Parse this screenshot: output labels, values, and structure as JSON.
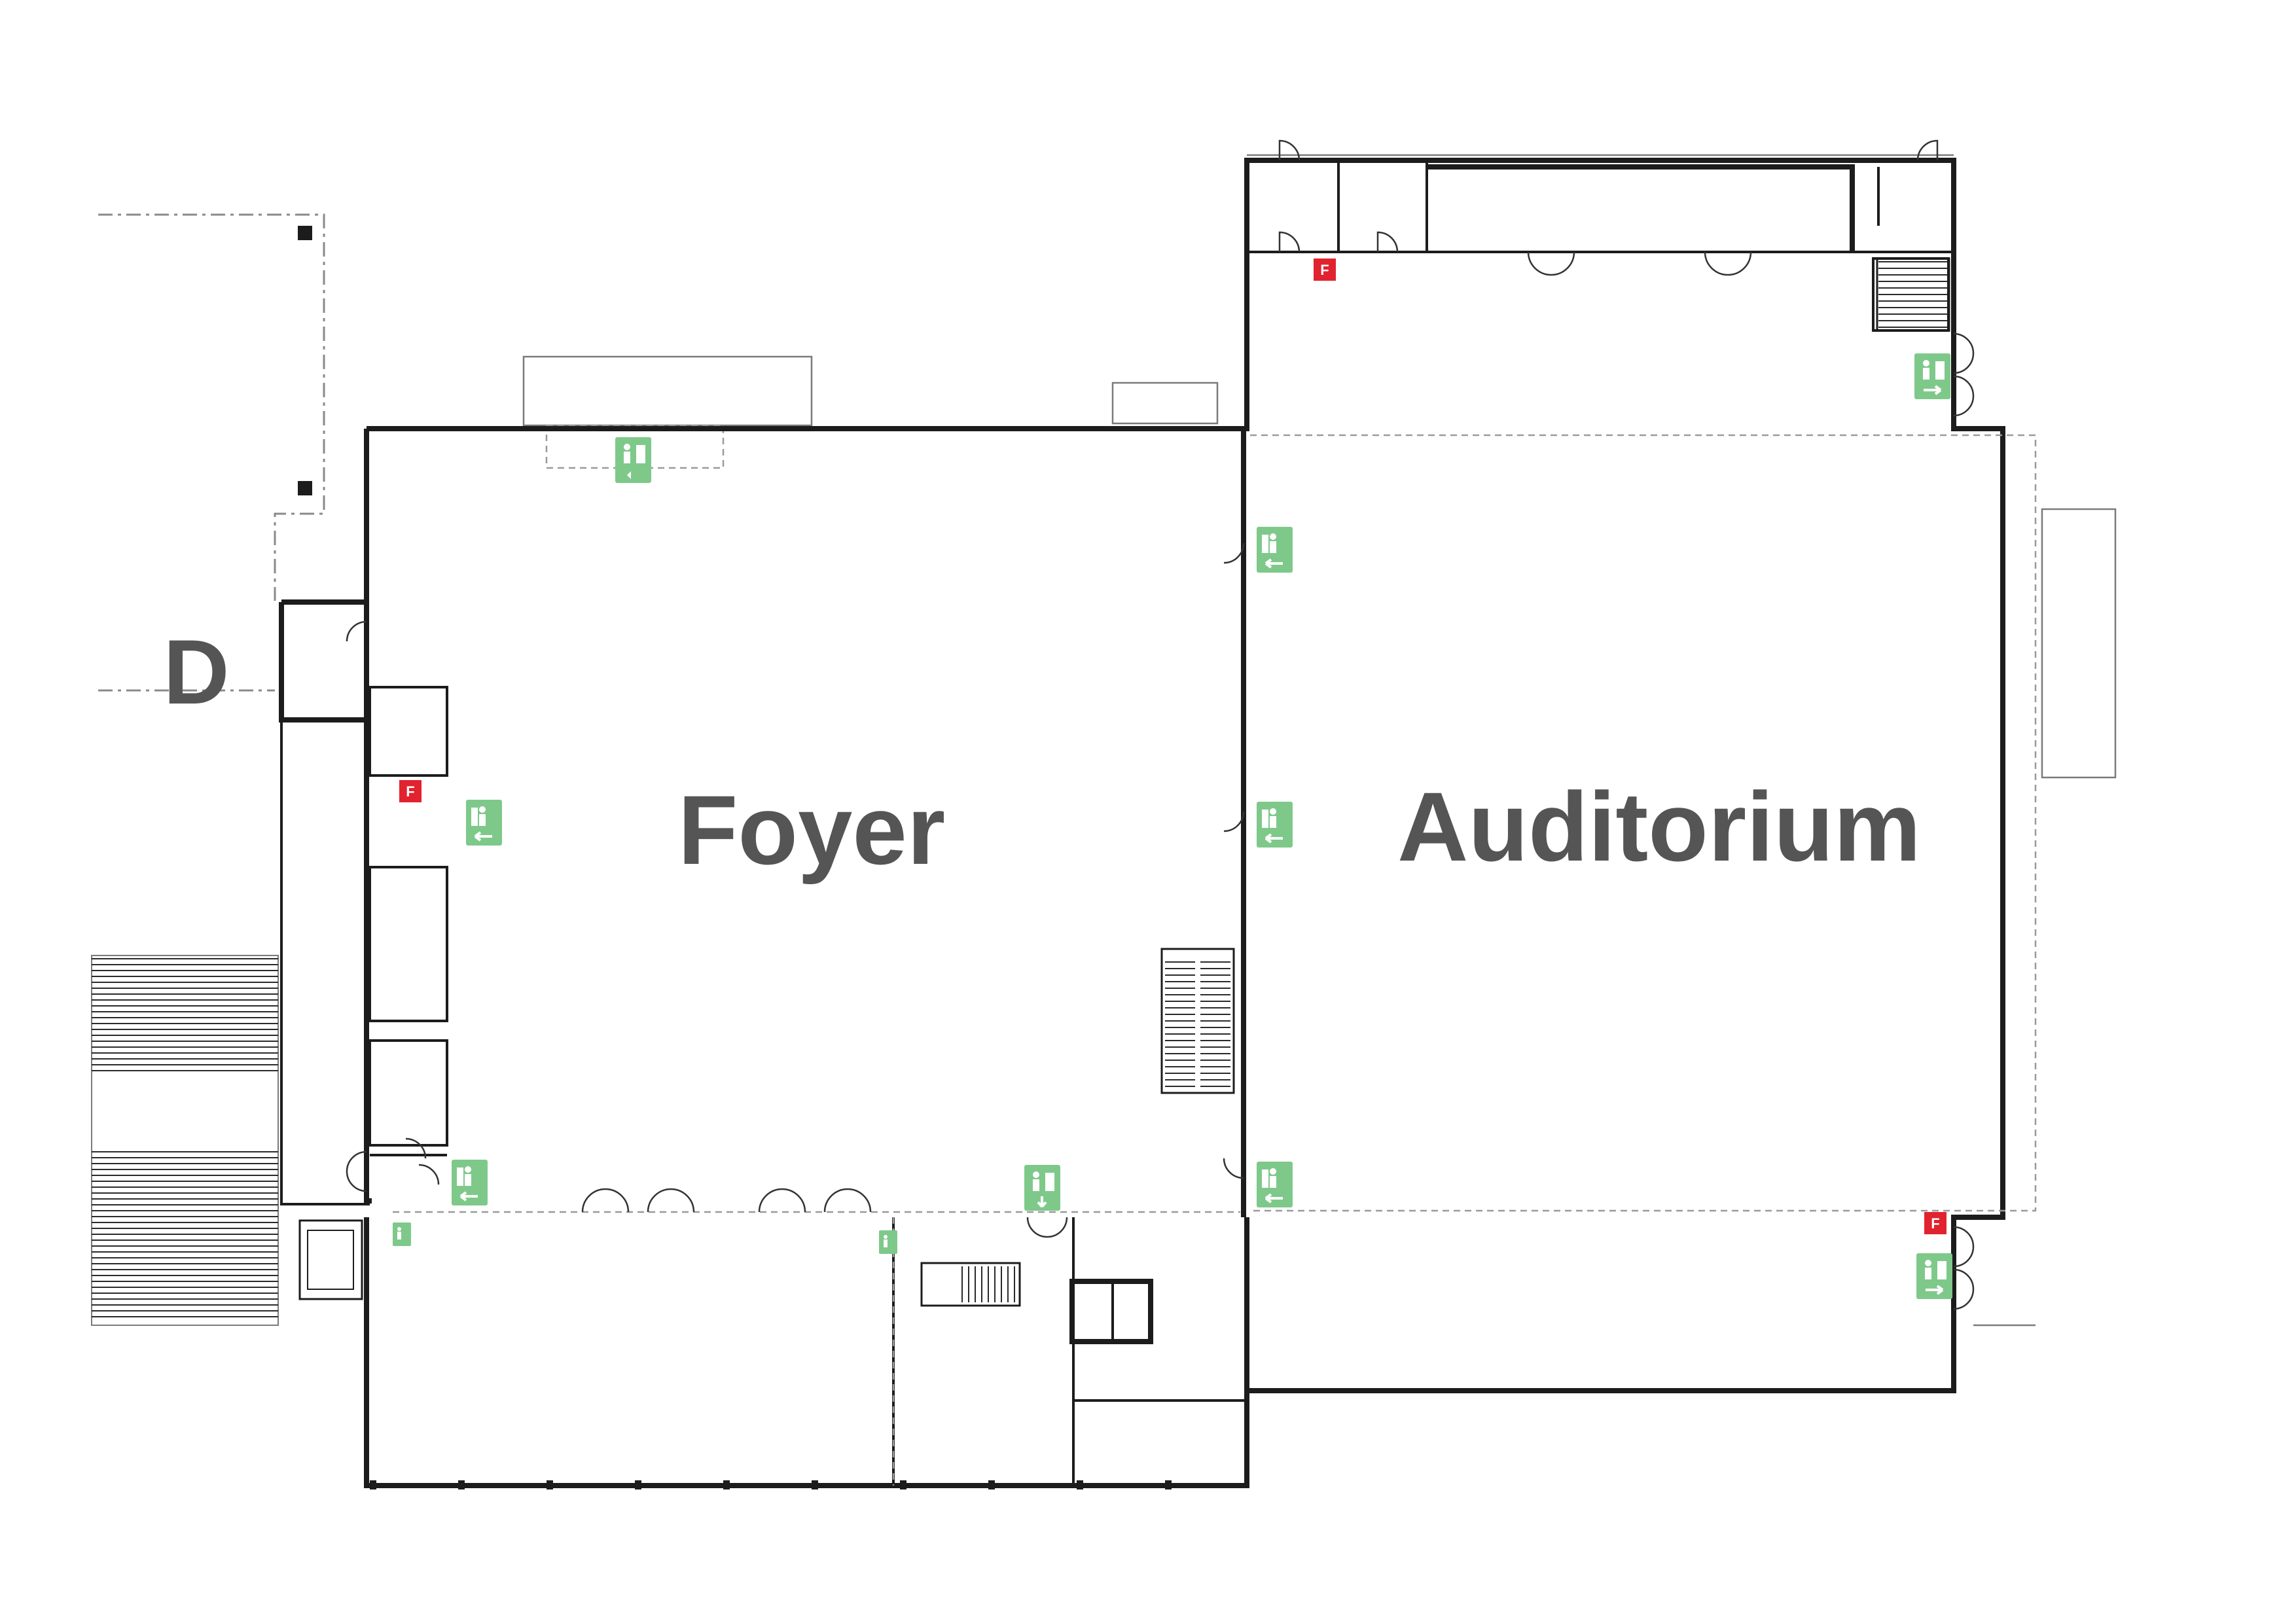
{
  "labels": {
    "foyer": "Foyer",
    "auditorium": "Auditorium",
    "section": "D"
  },
  "symbols": {
    "fire_marker_text": "F",
    "fire_color": "#e0232e",
    "exit_color": "#7ec98a",
    "label_color": "#555555",
    "exit_icon": "running-man-exit-icon",
    "fire_icon": "fire-equipment-icon"
  }
}
